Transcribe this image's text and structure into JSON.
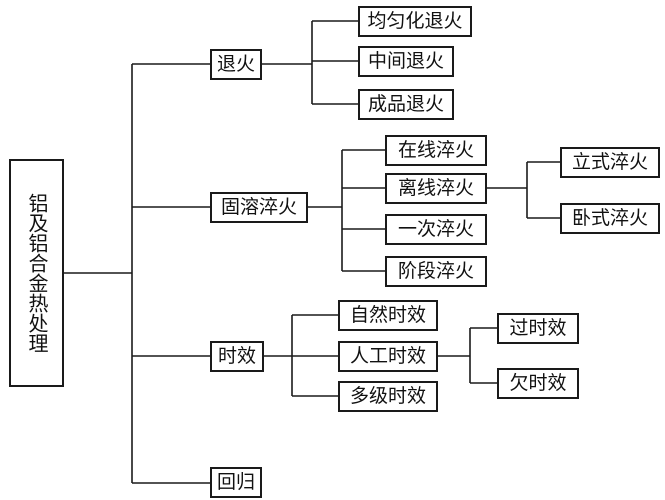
{
  "root": {
    "label": "铝及铝合金热处理"
  },
  "level1": {
    "annealing": "退火",
    "solution": "固溶淬火",
    "aging": "时效",
    "reversion": "回归"
  },
  "annealing": {
    "homogenizing": "均匀化退火",
    "intermediate": "中间退火",
    "final": "成品退火"
  },
  "solution": {
    "online": "在线淬火",
    "offline": "离线淬火",
    "single": "一次淬火",
    "stepped": "阶段淬火"
  },
  "offline": {
    "vertical": "立式淬火",
    "horizontal": "卧式淬火"
  },
  "aging": {
    "natural": "自然时效",
    "artificial": "人工时效",
    "multistage": "多级时效"
  },
  "artificial": {
    "over": "过时效",
    "under": "欠时效"
  }
}
